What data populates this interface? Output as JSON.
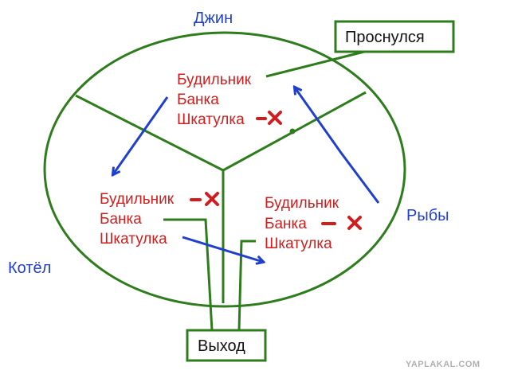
{
  "labels": {
    "djinn": "Джин",
    "fish": "Рыбы",
    "cauldron": "Котёл"
  },
  "boxes": {
    "woke_up": "Проснулся",
    "exit": "Выход"
  },
  "top_group": [
    "Будильник",
    "Банка",
    "Шкатулка"
  ],
  "left_group": [
    "Будильник",
    "Банка",
    "Шкатулка"
  ],
  "right_group": [
    "Будильник",
    "Банка",
    "Шкатулка"
  ],
  "watermark": "YAPLAKAL.COM",
  "colors": {
    "green": "#2e7d1c",
    "blue": "#1f3fcf",
    "red": "#d01e1e"
  }
}
